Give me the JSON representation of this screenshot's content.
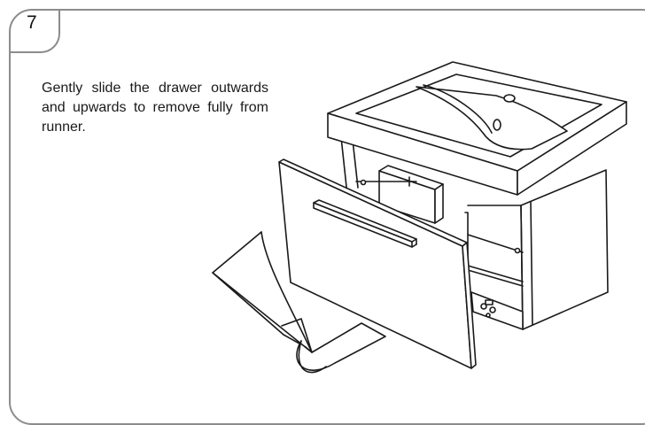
{
  "step": {
    "number": "7"
  },
  "instruction": {
    "text": "Gently slide the drawer outwards and upwards to remove fully from runner."
  },
  "colors": {
    "frame": "#8c8c8c",
    "line": "#1a1a1a"
  },
  "illustration": {
    "subject": "basin-vanity-unit-with-drawer-and-protective-sheet"
  }
}
